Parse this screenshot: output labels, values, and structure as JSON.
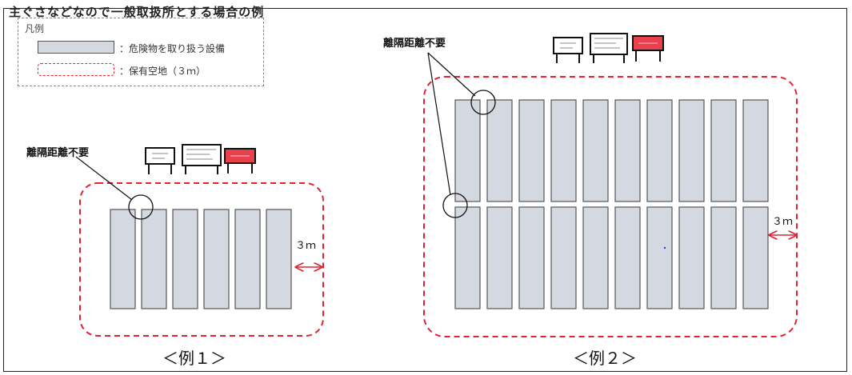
{
  "header": {
    "text": "主ぐさなどなので一般取扱所とする場合の例"
  },
  "legend": {
    "title": "凡例",
    "equipment_label": "：危険物を取り扱う設備",
    "space_label": "：保有空地（３ｍ）"
  },
  "example1": {
    "caption": "＜例１＞",
    "note": "離隔距離不要",
    "distance": "３ｍ",
    "columns": 6,
    "rows": 1
  },
  "example2": {
    "caption": "＜例２＞",
    "note": "離隔距離不要",
    "distance": "３ｍ",
    "columns": 10,
    "rows": 2
  },
  "colors": {
    "equipment_fill": "#d3d8e1",
    "equipment_stroke": "#555555",
    "space_dash": "#e22233",
    "arrow": "#e22233",
    "sign_red": "#e8414b"
  },
  "icons": [
    "sign-board-white-icon",
    "sign-board-info-icon",
    "sign-board-red-icon"
  ]
}
